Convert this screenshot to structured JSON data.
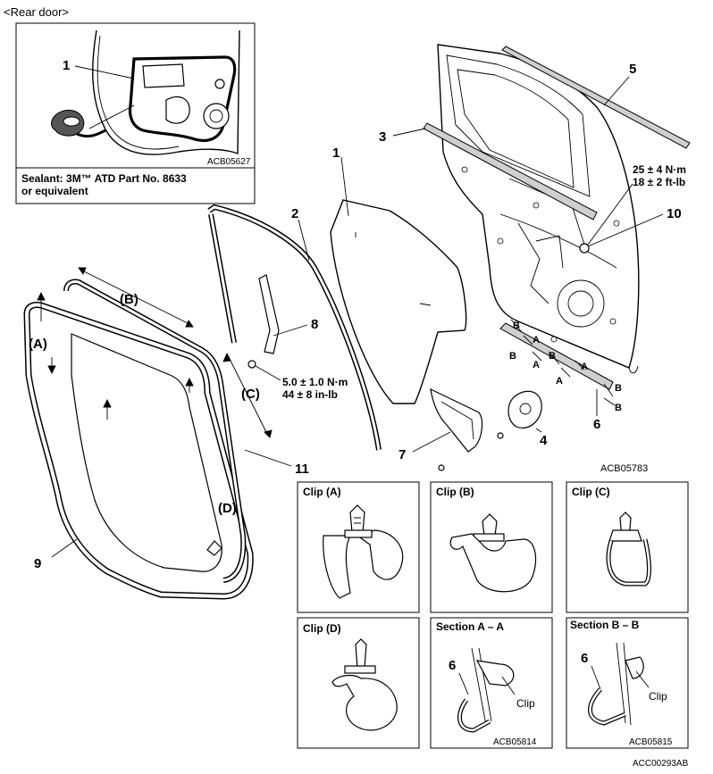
{
  "header": {
    "title": "<Rear door>"
  },
  "inset": {
    "callout": "1",
    "code": "ACB05627",
    "note_line1": "Sealant: 3M™ ATD  Part No. 8633",
    "note_line2": "or equivalent"
  },
  "callouts": {
    "c1": "1",
    "c2": "2",
    "c3": "3",
    "c4": "4",
    "c5": "5",
    "c6": "6",
    "c7": "7",
    "c8": "8",
    "c9": "9",
    "c10": "10",
    "c11": "11",
    "A": "(A)",
    "B": "(B)",
    "C": "(C)",
    "D": "(D)"
  },
  "section_marks": {
    "A": "A",
    "B": "B"
  },
  "torques": {
    "t10_line1": "25 ± 4 N·m",
    "t10_line2": "18 ± 2 ft-lb",
    "t8_line1": "5.0 ± 1.0 N·m",
    "t8_line2": "44 ± 8 in-lb"
  },
  "main_code": "ACB05783",
  "details": {
    "clipA": "Clip (A)",
    "clipB": "Clip (B)",
    "clipC": "Clip (C)",
    "clipD": "Clip (D)",
    "secAA": "Section A – A",
    "secBB": "Section B – B",
    "secAA_num": "6",
    "secBB_num": "6",
    "clip_label": "Clip",
    "secAA_code": "ACB05814",
    "secBB_code": "ACB05815"
  },
  "footer_code": "ACC00293AB"
}
